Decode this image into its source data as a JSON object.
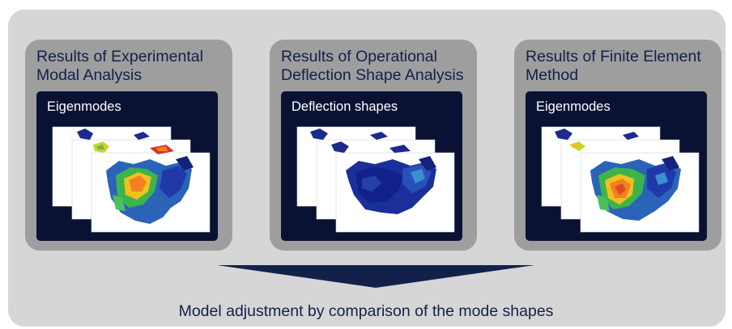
{
  "cards": [
    {
      "title_line1": "Results of Experimental",
      "title_line2": "Modal Analysis",
      "panel_label": "Eigenmodes",
      "coloring": "heatmap"
    },
    {
      "title_line1": "Results of Operational",
      "title_line2": "Deflection Shape Analysis",
      "panel_label": "Deflection shapes",
      "coloring": "blue"
    },
    {
      "title_line1": "Results of Finite Element",
      "title_line2": "Method",
      "panel_label": "Eigenmodes",
      "coloring": "heatmap"
    }
  ],
  "footer": {
    "caption": "Model adjustment by comparison of the mode shapes"
  },
  "colors": {
    "outer_background": "#d6d6d6",
    "card_background": "#9e9e9e",
    "panel_background": "#0a1233",
    "title_text": "#13214a",
    "arrow": "#13214a"
  }
}
